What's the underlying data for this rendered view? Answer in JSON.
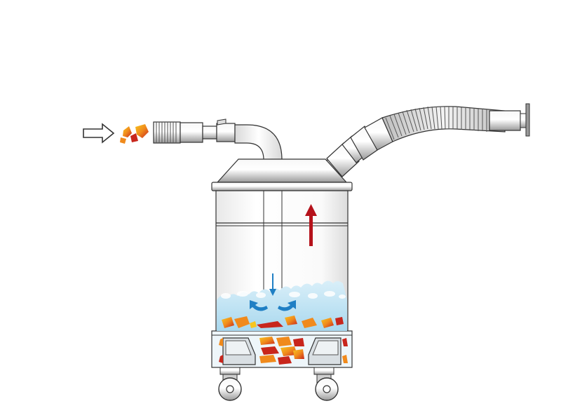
{
  "diagram": {
    "subject": "wet-separator-vacuum",
    "colors": {
      "outline": "#3a3a3a",
      "metal_light": "#f2f2f2",
      "metal_mid": "#c8c8c8",
      "metal_dark": "#8a8a8a",
      "water": "#bfe3f3",
      "water_foam": "#e6f4fb",
      "flow_arrow_blue": "#1f7fc4",
      "exhaust_arrow_red": "#b5121b",
      "debris_orange": "#f08a1c",
      "debris_red": "#c8261c",
      "debris_yellow": "#f7c51e"
    },
    "elements": {
      "intake_arrow": "intake-arrow-icon",
      "debris_in_air": "debris-icon",
      "intake_hose": "intake-hose",
      "exhaust_hose": "exhaust-hose",
      "container": "separator-container",
      "water_bath": "water-bath",
      "settled_debris": "settled-debris",
      "wheels": "caster-wheel-icon"
    }
  }
}
